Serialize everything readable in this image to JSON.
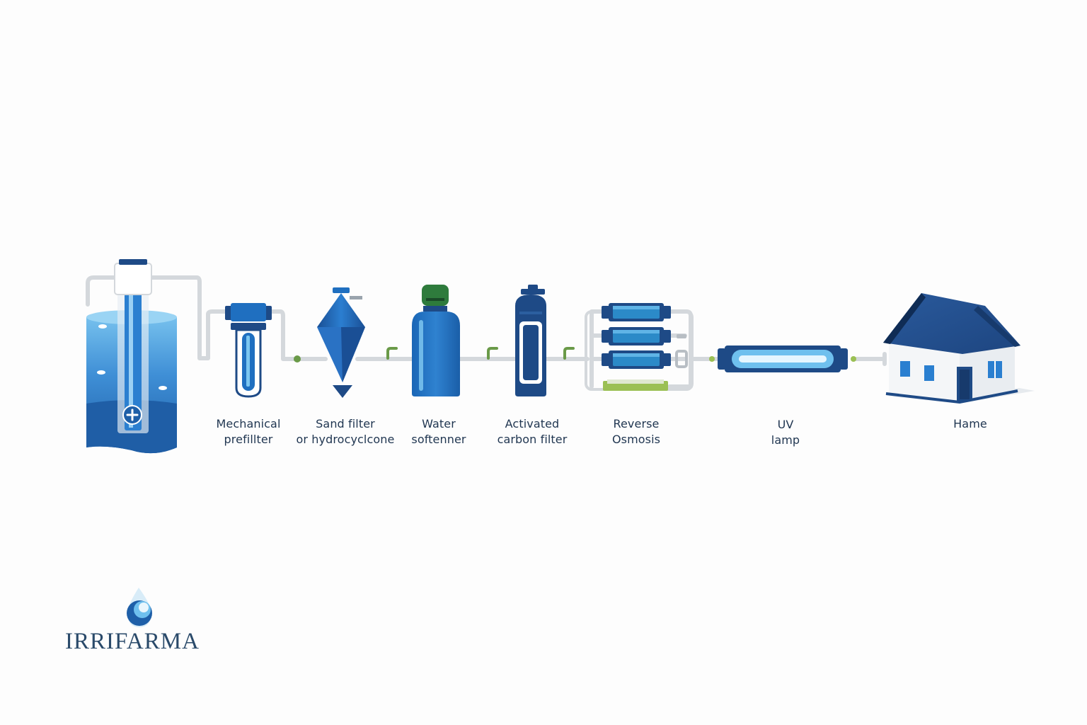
{
  "stages": [
    {
      "id": "prefilter",
      "line1": "Mechanical",
      "line2": "prefillter"
    },
    {
      "id": "sand",
      "line1": "Sand filter",
      "line2": "or hydrocyclcone"
    },
    {
      "id": "softener",
      "line1": "Water",
      "line2": "softenner"
    },
    {
      "id": "carbon",
      "line1": "Activated",
      "line2": "carbon filter"
    },
    {
      "id": "ro",
      "line1": "Reverse",
      "line2": "Osmosis"
    },
    {
      "id": "uv",
      "line1": "UV",
      "line2": "lamp"
    },
    {
      "id": "home",
      "line1": "Hame",
      "line2": ""
    }
  ],
  "brand": {
    "name": "IRRIFARMA"
  },
  "colors": {
    "dark_navy": "#1e4a86",
    "blue": "#1f6fc0",
    "light_blue": "#6fc0ee",
    "pipe": "#d4d8dc",
    "connector_green": "#6a9a48",
    "text": "#1f3550"
  }
}
